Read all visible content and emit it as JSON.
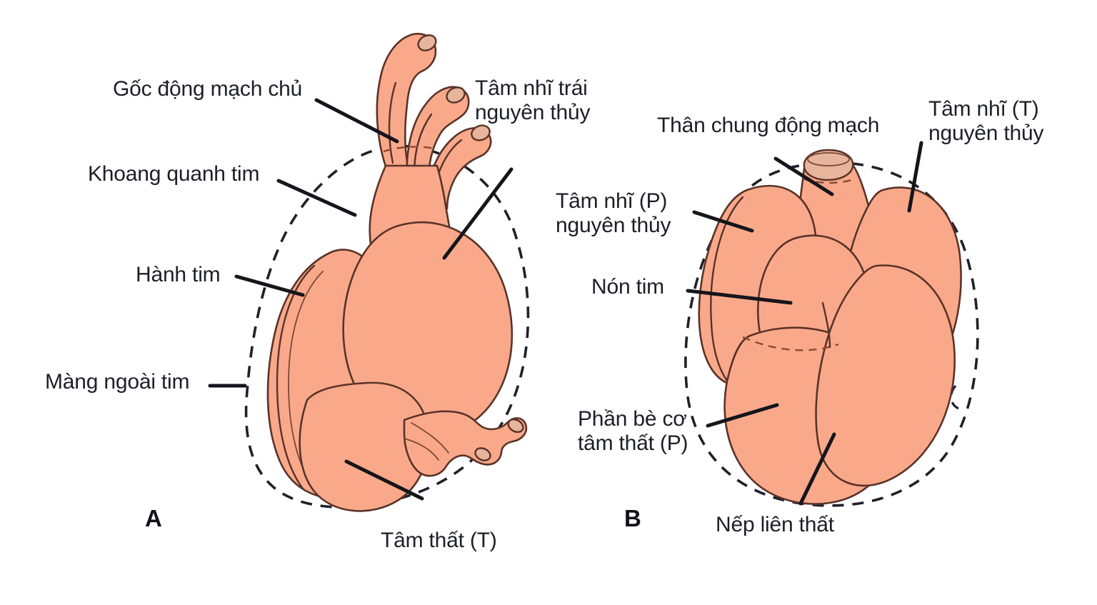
{
  "figure": {
    "title": "Sơ đồ phát triển tim phôi",
    "organ_fill": "#f9a98a",
    "organ_stroke": "#5a3328",
    "pericardium_stroke": "#20202a",
    "leader_color": "#15151c",
    "text_color": "#1e1e28",
    "background": "#ffffff"
  },
  "panels": [
    {
      "id": "A",
      "letter": "A",
      "labels": [
        {
          "id": "goc-dong-mach-chu",
          "text": "Gốc động mạch chủ",
          "lines": [
            "Gốc động mạch chủ"
          ]
        },
        {
          "id": "khoang-quanh-tim",
          "text": "Khoang quanh tim",
          "lines": [
            "Khoang quanh tim"
          ]
        },
        {
          "id": "hanh-tim",
          "text": "Hành tim",
          "lines": [
            "Hành tim"
          ]
        },
        {
          "id": "mang-ngoai-tim",
          "text": "Màng ngoài tim",
          "lines": [
            "Màng ngoài tim"
          ]
        },
        {
          "id": "tam-nhi-trai-nguyen-thuy",
          "text": "Tâm nhĩ trái nguyên thủy",
          "lines": [
            "Tâm nhĩ trái",
            "nguyên thủy"
          ]
        },
        {
          "id": "tam-that-t",
          "text": "Tâm thất (T)",
          "lines": [
            "Tâm thất (T)"
          ]
        }
      ]
    },
    {
      "id": "B",
      "letter": "B",
      "labels": [
        {
          "id": "than-chung-dong-mach",
          "text": "Thân chung động mạch",
          "lines": [
            "Thân chung động mạch"
          ]
        },
        {
          "id": "tam-nhi-t-nguyen-thuy",
          "text": "Tâm nhĩ (T) nguyên thủy",
          "lines": [
            "Tâm nhĩ (T)",
            "nguyên thủy"
          ]
        },
        {
          "id": "tam-nhi-p-nguyen-thuy",
          "text": "Tâm nhĩ (P) nguyên thủy",
          "lines": [
            "Tâm nhĩ (P)",
            "nguyên thủy"
          ]
        },
        {
          "id": "non-tim",
          "text": "Nón tim",
          "lines": [
            "Nón tim"
          ]
        },
        {
          "id": "phan-be-co-tam-that-p",
          "text": "Phần bè cơ tâm thất (P)",
          "lines": [
            "Phần bè cơ",
            "tâm thất (P)"
          ]
        },
        {
          "id": "nep-lien-that",
          "text": "Nếp liên thất",
          "lines": [
            "Nếp liên thất"
          ]
        }
      ]
    }
  ],
  "text": {
    "a_goc_dong_mach_chu": "Gốc động mạch chủ",
    "a_khoang_quanh_tim": "Khoang quanh tim",
    "a_hanh_tim": "Hành tim",
    "a_mang_ngoai_tim": "Màng ngoài tim",
    "a_tam_nhi_trai_l1": "Tâm nhĩ trái",
    "a_tam_nhi_trai_l2": "nguyên thủy",
    "a_tam_that_t": "Tâm thất (T)",
    "a_letter": "A",
    "b_than_chung_dong_mach": "Thân chung động mạch",
    "b_tam_nhi_t_l1": "Tâm nhĩ (T)",
    "b_tam_nhi_t_l2": "nguyên thủy",
    "b_tam_nhi_p_l1": "Tâm nhĩ (P)",
    "b_tam_nhi_p_l2": "nguyên thủy",
    "b_non_tim": "Nón tim",
    "b_phan_be_co_l1": "Phần bè cơ",
    "b_phan_be_co_l2": "tâm thất (P)",
    "b_nep_lien_that": "Nếp liên thất",
    "b_letter": "B"
  }
}
